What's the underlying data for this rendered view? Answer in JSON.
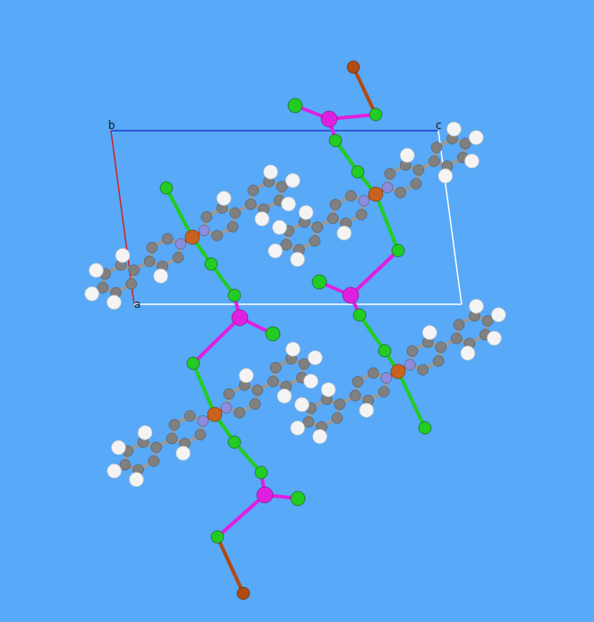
{
  "diagram": {
    "labels": [
      "b",
      "c",
      "a"
    ]
  }
}
